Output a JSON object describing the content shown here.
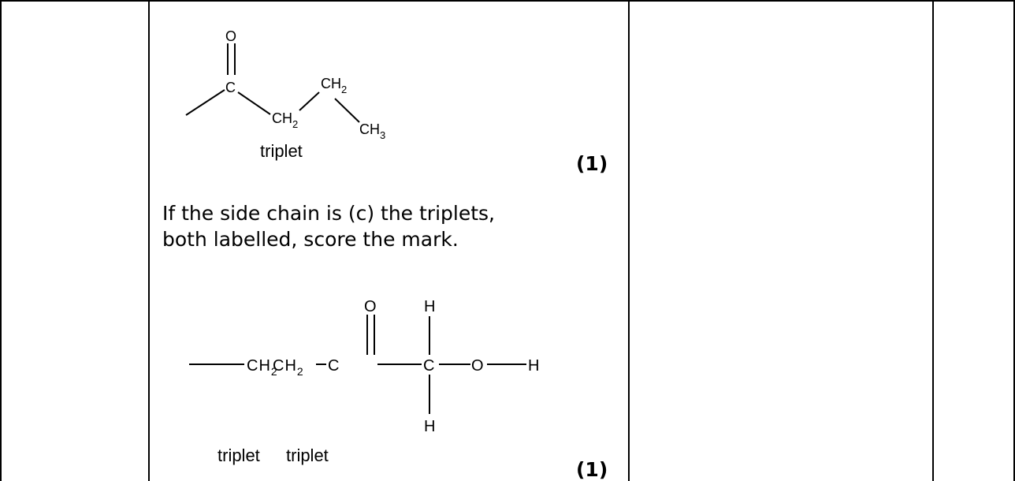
{
  "table": {
    "answer_cell": {
      "structure_1": {
        "atom_o": "O",
        "atom_c": "C",
        "ch2_a": "CH",
        "ch2_a_sub": "2",
        "ch2_b": "CH",
        "ch2_b_sub": "2",
        "ch3": "CH",
        "ch3_sub": "3",
        "label": "triplet"
      },
      "mark_1": "(1)",
      "guidance_line_1": "If the side chain is (c) the triplets,",
      "guidance_line_2": "both labelled, score the mark.",
      "structure_2": {
        "ch2_a": "CH",
        "ch2_a_sub": "2",
        "ch2_b": "CH",
        "ch2_b_sub": "2",
        "atom_c1": "C",
        "atom_c2": "C",
        "atom_o_top": "O",
        "atom_h_top": "H",
        "atom_h_bottom": "H",
        "atom_o_right": "O",
        "atom_h_right": "H",
        "label_1": "triplet",
        "label_2": "triplet"
      },
      "mark_2": "(1)"
    }
  }
}
